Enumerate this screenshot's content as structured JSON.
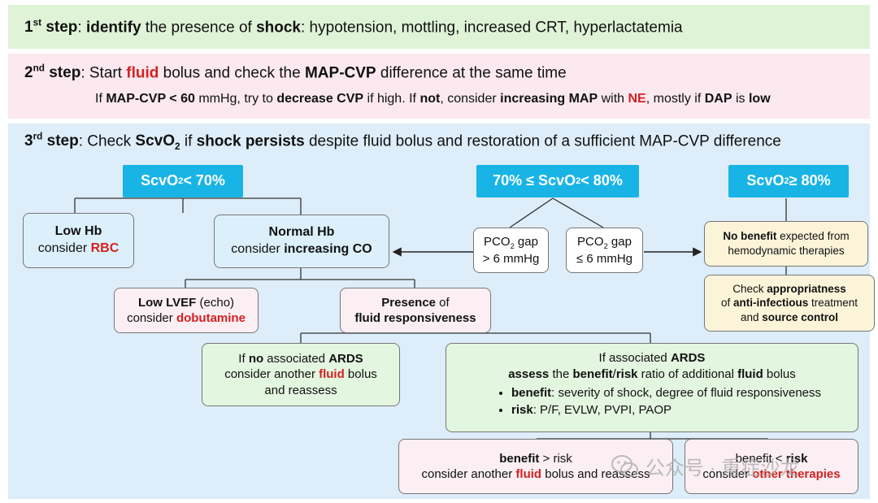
{
  "step1": {
    "label": "1",
    "sup": "st",
    "step_word": " step",
    "colon": ": ",
    "identify": "identify",
    "the_presence": " the presence of ",
    "shock": "shock",
    "rest": ": hypotension, mottling, increased CRT, hyperlactatemia"
  },
  "step2": {
    "label": "2",
    "sup": "nd",
    "step_word": " step",
    "colon": ": Start ",
    "fluid": "fluid",
    "bolus": " bolus and check the ",
    "mapcvp": "MAP-CVP",
    "rest": " difference at the same time",
    "sub": {
      "if": "If ",
      "cond": "MAP-CVP < 60",
      "mmhg": " mmHg, try to ",
      "decrease": "decrease CVP",
      "ifhigh": " if high. If ",
      "not": "not",
      "consider": ", consider ",
      "increasing": "increasing MAP",
      "with": " with ",
      "ne": "NE",
      "mostly": ", mostly if ",
      "dap": "DAP",
      "is": " is ",
      "low": "low"
    }
  },
  "step3": {
    "label": "3",
    "sup": "rd",
    "step_word": " step",
    "colon": ": Check ",
    "scvo": "ScvO",
    "two": "2",
    "if": " if ",
    "persists": "shock persists",
    "rest": " despite fluid bolus and restoration of a sufficient MAP-CVP difference"
  },
  "headers": {
    "low": {
      "pre": "ScvO",
      "sub": "2",
      "post": " < 70%"
    },
    "mid": {
      "pre": "70% ≤ ScvO",
      "sub": "2",
      "post": " < 80%"
    },
    "high": {
      "pre": "ScvO",
      "sub": "2",
      "post": " ≥ 80%"
    }
  },
  "lowhb": {
    "title": "Low Hb",
    "consider": "consider ",
    "rbc": "RBC"
  },
  "normalhb": {
    "title": "Normal Hb",
    "consider": "consider ",
    "action": "increasing CO"
  },
  "pco2_high": {
    "pre": "PCO",
    "sub": "2",
    "post": " gap",
    "value": "> 6 mmHg"
  },
  "pco2_low": {
    "pre": "PCO",
    "sub": "2",
    "post": " gap",
    "value": "≤ 6 mmHg"
  },
  "nobenefit": {
    "bold": "No benefit",
    "rest": " expected from",
    "line2": "hemodynamic therapies"
  },
  "check": {
    "pre": "Check ",
    "approp": "appropriatness",
    "of": "of ",
    "anti": "anti-infectious",
    "treatment": " treatment",
    "and": "and ",
    "source": "source control"
  },
  "lvef": {
    "bold": "Low LVEF",
    "rest": " (echo)",
    "consider": "consider ",
    "dobutamine": "dobutamine"
  },
  "presence": {
    "bold": "Presence",
    "rest": " of",
    "line2": "fluid responsiveness"
  },
  "noards": {
    "if": "If ",
    "no": "no",
    "assoc": " associated ",
    "ards": "ARDS",
    "consider": "consider another ",
    "fluid": "fluid",
    "bolus": " bolus",
    "reassess": "and reassess"
  },
  "ards": {
    "if": "If associated ",
    "ards": "ARDS",
    "assess": "assess",
    "the": " the ",
    "benefit": "benefit",
    "slash": "/",
    "risk": "risk",
    "ratio": " ratio of additional ",
    "fluid": "fluid",
    "bolus": " bolus",
    "b1_label": "benefit",
    "b1_text": ": severity of shock, degree of fluid responsiveness",
    "b2_label": "risk",
    "b2_text": ": P/F, EVLW, PVPI, PAOP"
  },
  "bgtr": {
    "benefit": "benefit",
    "gt": " > risk",
    "consider": "consider another ",
    "fluid": "fluid",
    "rest": " bolus and reassess"
  },
  "bltr": {
    "benefit": "benefit < ",
    "risk": "risk",
    "consider": "consider ",
    "other": "other therapies"
  },
  "watermark": {
    "text": "公众号 · 重症沙龙"
  },
  "colors": {
    "accent_red": "#d42121",
    "header_cyan": "#18b4e6"
  }
}
